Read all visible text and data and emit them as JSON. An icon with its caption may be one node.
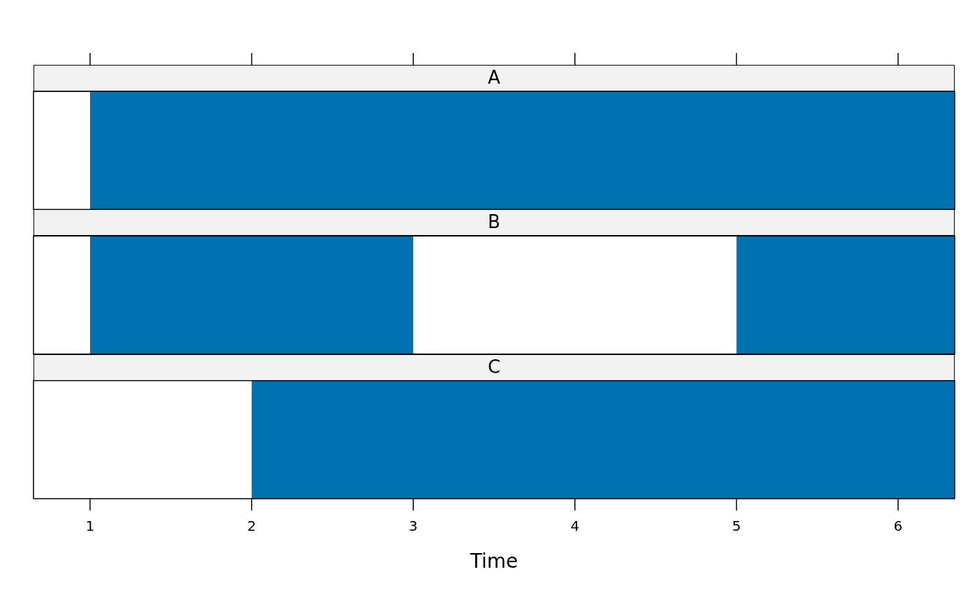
{
  "diagram": {
    "labels": [
      "A",
      "B",
      "C",
      "1",
      "2",
      "3",
      "4",
      "5",
      "6",
      "Time"
    ]
  }
}
